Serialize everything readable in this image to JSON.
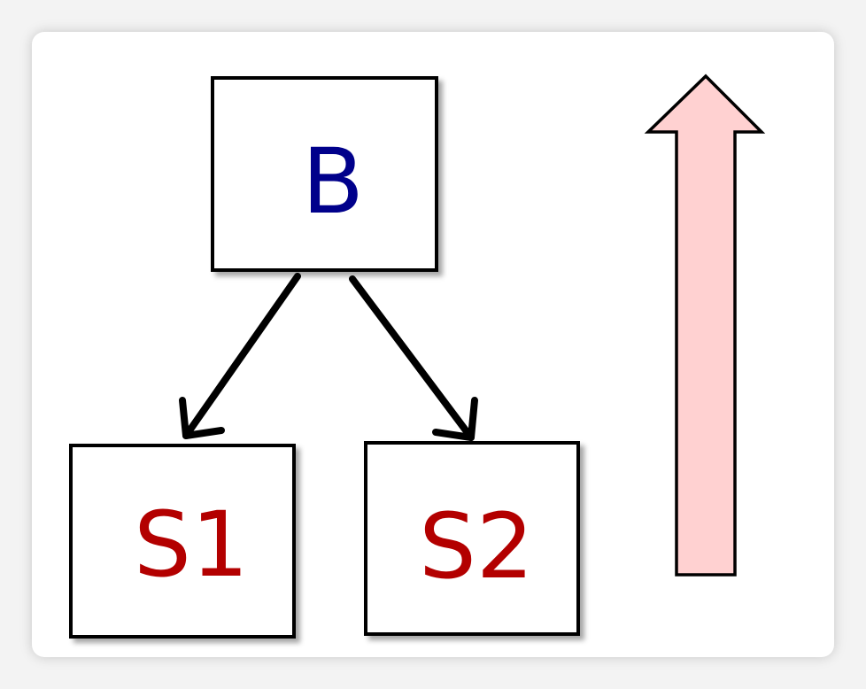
{
  "diagram": {
    "nodes": [
      {
        "id": "B",
        "label": "B",
        "color": "#00008b"
      },
      {
        "id": "S1",
        "label": "S1",
        "color": "#b30000"
      },
      {
        "id": "S2",
        "label": "S2",
        "color": "#b30000"
      }
    ],
    "edges": [
      {
        "from": "B",
        "to": "S1"
      },
      {
        "from": "B",
        "to": "S2"
      }
    ],
    "upward_arrow": {
      "fill": "#ffd1d1",
      "stroke": "#000000"
    }
  }
}
